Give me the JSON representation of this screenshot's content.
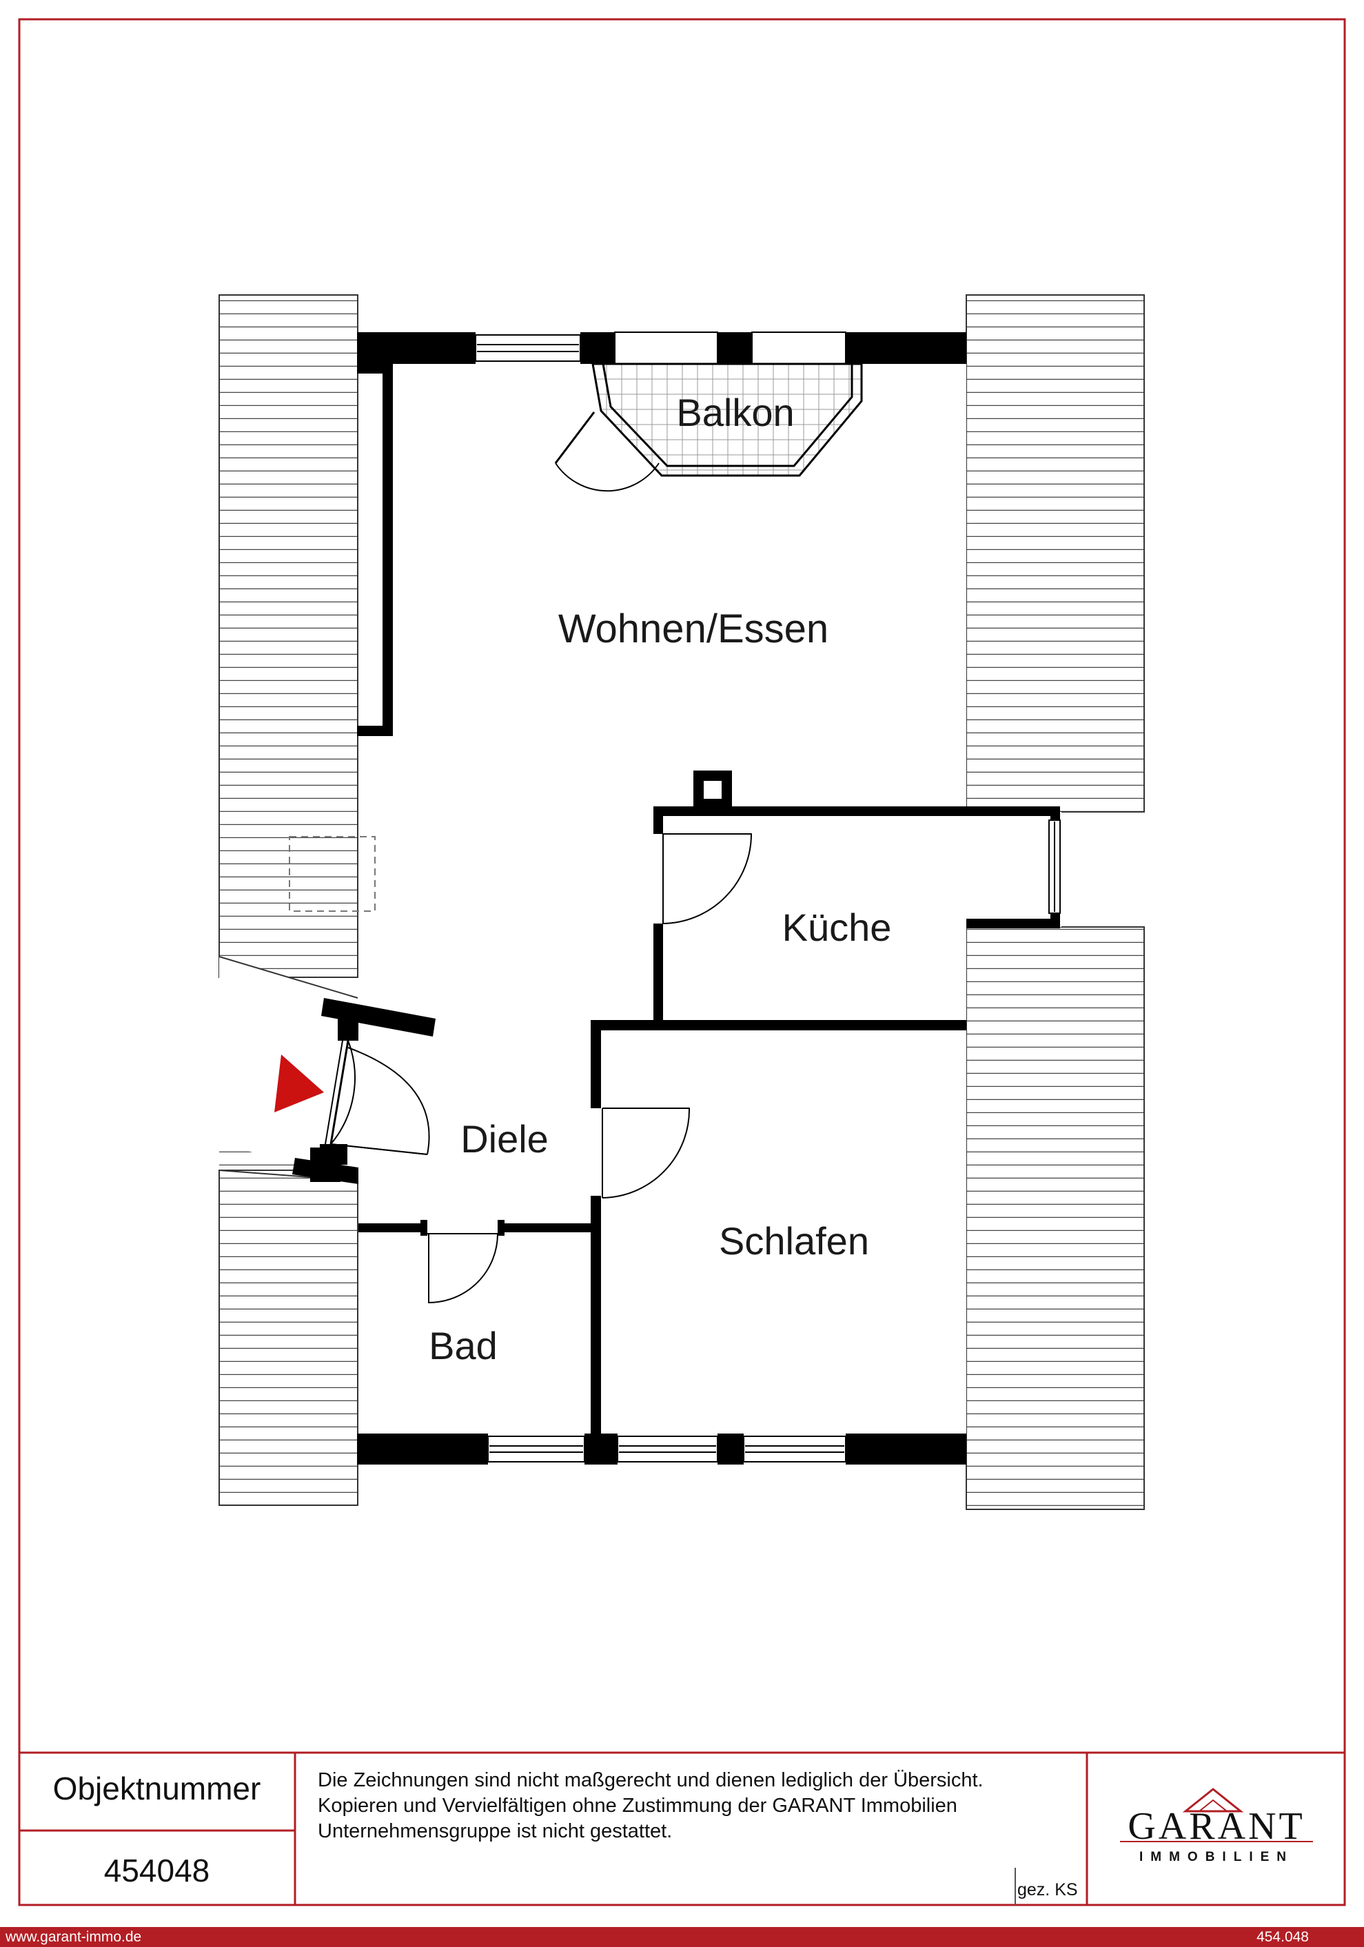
{
  "rooms": {
    "balkon": "Balkon",
    "wohnen": "Wohnen/Essen",
    "kueche": "Küche",
    "diele": "Diele",
    "schlafen": "Schlafen",
    "bad": "Bad"
  },
  "footer": {
    "objekt_label": "Objektnummer",
    "objekt_number": "454048",
    "disclaimer_1": "Die Zeichnungen sind nicht maßgerecht und dienen lediglich der Übersicht.",
    "disclaimer_2": "Kopieren und Vervielfältigen ohne Zustimmung der GARANT Immobilien",
    "disclaimer_3": "Unternehmensgruppe ist nicht gestattet.",
    "drawn_by": "gez. KS",
    "brand": "GARANT",
    "brand_sub": "IMMOBILIEN",
    "website": "www.garant-immo.de",
    "bar_number": "454.048"
  },
  "colors": {
    "frame": "#b21e24",
    "wall": "#000000",
    "entrance_arrow": "#cc1111",
    "bottom_bar": "#b21e24"
  }
}
